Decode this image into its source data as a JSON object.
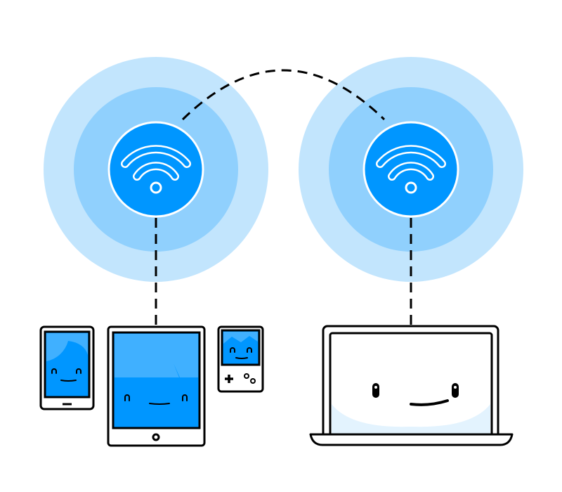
{
  "colors": {
    "outer_ring": "#c2e5fd",
    "middle_ring": "#90d0fd",
    "hub": "#0096ff",
    "screen_light": "#40b0ff",
    "screen": "#0096ff",
    "laptop_glow": "#e3f3fe",
    "outline": "#000000"
  },
  "icons": [
    "wifi-icon",
    "wifi-icon",
    "phone",
    "tablet",
    "handheld-game-console",
    "laptop"
  ]
}
